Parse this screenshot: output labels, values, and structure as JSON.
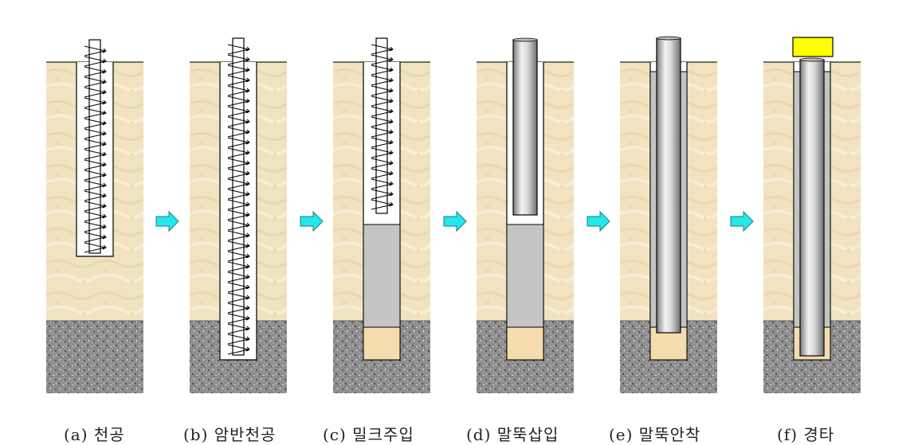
{
  "diagram": {
    "steps": [
      {
        "id": "a",
        "caption": "(a) 천공"
      },
      {
        "id": "b",
        "caption": "(b) 암반천공"
      },
      {
        "id": "c",
        "caption": "(c) 밀크주입"
      },
      {
        "id": "d",
        "caption": "(d) 말뚝삽입"
      },
      {
        "id": "e",
        "caption": "(e) 말뚝안착"
      },
      {
        "id": "f",
        "caption": "(f) 경타"
      }
    ],
    "colors": {
      "soil": "#f1e2c0",
      "rock": "#8f8f8f",
      "milk_grout": "#c4c4c4",
      "end_zone": "#f4dcae",
      "arrow": "#23e7ea",
      "hammer": "#ffff00",
      "pile_light": "#f2f2f2",
      "pile_dark": "#7a7a7a"
    }
  }
}
